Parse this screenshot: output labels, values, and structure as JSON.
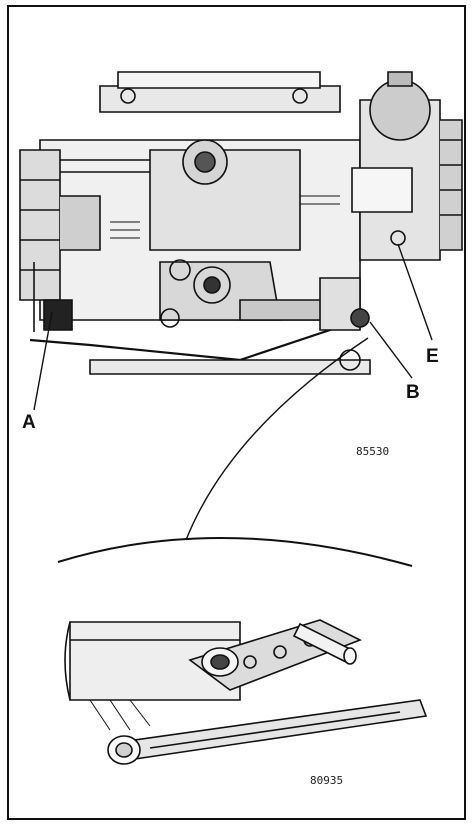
{
  "labels": {
    "a": "A",
    "b": "B",
    "e": "E"
  },
  "figure_refs": {
    "top": "85530",
    "bottom": "80935"
  }
}
